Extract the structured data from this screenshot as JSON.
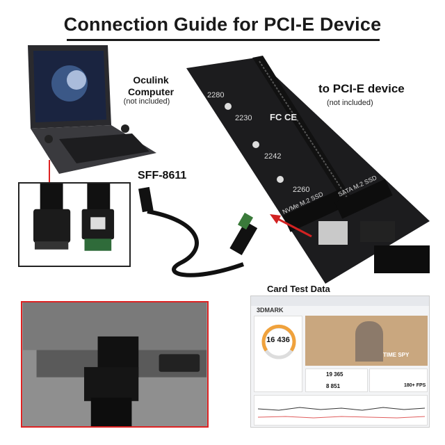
{
  "title": "Connection Guide for PCI-E Device",
  "computer": {
    "label": "Oculink Computer",
    "note": "(not included)"
  },
  "device": {
    "label": "to PCI-E device",
    "note": "(not included)"
  },
  "cable": {
    "label": "SFF-8611"
  },
  "test": {
    "label": "Card Test Data",
    "app_name": "3DMARK",
    "benchmark": "TIME SPY",
    "score": "16 436",
    "graphics_score": "19 365",
    "cpu_score": "8 851",
    "fps": "180+ FPS"
  },
  "board_labels": {
    "fcc": "FC CE",
    "m2_1": "NVMe M.2 SSD",
    "m2_2": "SATA M.2 SSD",
    "s2230": "2230",
    "s2242": "2242",
    "s2260": "2260",
    "s2280": "2280"
  },
  "colors": {
    "accent": "#d22222",
    "title": "#1a1a1a"
  }
}
